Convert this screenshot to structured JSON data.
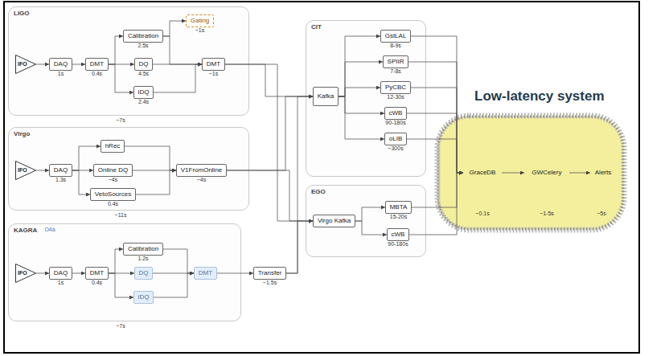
{
  "diagram": {
    "nodes": [
      {
        "text": [
          "LIGO"
        ]
      },
      {
        "text": [
          "IFO"
        ],
        "in": 0
      },
      {
        "text": [
          "DAQ",
          "1s"
        ],
        "in": 0
      },
      {
        "text": [
          "DMT",
          "0.4s"
        ],
        "in": 0
      },
      {
        "text": [
          "Calibration",
          "2.5s"
        ],
        "in": 0
      },
      {
        "text": [
          "DQ",
          "4.5s"
        ],
        "in": 0
      },
      {
        "text": [
          "iDQ",
          "2.4s"
        ],
        "in": 0
      },
      {
        "text": [
          "Gating",
          "~1s"
        ],
        "in": 0
      },
      {
        "text": [
          "DMT",
          "~1s"
        ],
        "in": 0
      },
      {
        "text": [
          "Virgo"
        ]
      },
      {
        "text": [
          "IFO"
        ],
        "in": 9
      },
      {
        "text": [
          "DAQ",
          "1.3s"
        ],
        "in": 9
      },
      {
        "text": [
          "hRec"
        ],
        "in": 9
      },
      {
        "text": [
          "Online DQ",
          "~4s"
        ],
        "in": 9
      },
      {
        "text": [
          "VetoSources",
          "0.4s"
        ],
        "in": 9
      },
      {
        "text": [
          "V1FromOnline",
          "~4s"
        ],
        "in": 9
      },
      {
        "text": [
          "KAGRA"
        ]
      },
      {
        "text": [
          "IFO"
        ],
        "in": 16
      },
      {
        "text": [
          "DAQ",
          "1s"
        ],
        "in": 16
      },
      {
        "text": [
          "DMT",
          "0.4s"
        ],
        "in": 16
      },
      {
        "text": [
          "Calibration",
          "1.2s"
        ],
        "in": 16
      },
      {
        "text": [
          "DQ"
        ],
        "in": 16
      },
      {
        "text": [
          "iDQ"
        ],
        "in": 16
      },
      {
        "text": [
          "DMT"
        ],
        "in": 16
      },
      {
        "text": [
          "Transfer",
          "~1.5s"
        ]
      },
      {
        "text": [
          "CIT"
        ]
      },
      {
        "text": [
          "Kafka"
        ],
        "in": 25
      },
      {
        "text": [
          "GstLAL",
          "8-9s"
        ],
        "in": 25
      },
      {
        "text": [
          "SPIIR",
          "7-8s"
        ],
        "in": 25
      },
      {
        "text": [
          "PyCBC",
          "12-30s"
        ],
        "in": 25
      },
      {
        "text": [
          "cWB",
          "90-180s"
        ],
        "in": 25
      },
      {
        "text": [
          "oLIB",
          "~300s"
        ],
        "in": 25
      },
      {
        "text": [
          "EGO"
        ]
      },
      {
        "text": [
          "Virgo Kafka"
        ],
        "in": 32
      },
      {
        "text": [
          "MBTA",
          "15-20s"
        ],
        "in": 32
      },
      {
        "text": [
          "cWB",
          "90-180s"
        ],
        "in": 32
      },
      {
        "text": [
          "Low-latency system"
        ]
      },
      {
        "text": [
          "GraceDB"
        ],
        "in": 36
      },
      {
        "text": [
          "GWCelery"
        ],
        "in": 36
      },
      {
        "text": [
          "Alerts"
        ],
        "in": 36
      }
    ],
    "edges": [
      {
        "from": 1,
        "to": 2,
        "arrow": "to"
      },
      {
        "from": 2,
        "to": 3,
        "arrow": "to"
      },
      {
        "from": 3,
        "to": 4,
        "arrow": "to"
      },
      {
        "from": 3,
        "to": 5,
        "arrow": "to"
      },
      {
        "from": 3,
        "to": 6,
        "arrow": "to"
      },
      {
        "from": 4,
        "to": 7,
        "arrow": "to"
      },
      {
        "from": 4,
        "to": 8,
        "arrow": "to"
      },
      {
        "from": 5,
        "to": 8,
        "arrow": "to"
      },
      {
        "from": 6,
        "to": 8,
        "arrow": "to"
      },
      {
        "from": 8,
        "to": 26,
        "arrow": "to"
      },
      {
        "from": 8,
        "to": 33,
        "arrow": "to"
      },
      {
        "from": 10,
        "to": 11,
        "arrow": "to"
      },
      {
        "from": 11,
        "to": 12,
        "arrow": "to"
      },
      {
        "from": 11,
        "to": 13,
        "arrow": "to"
      },
      {
        "from": 11,
        "to": 14,
        "arrow": "to"
      },
      {
        "from": 12,
        "to": 15,
        "arrow": "to"
      },
      {
        "from": 13,
        "to": 15,
        "arrow": "to"
      },
      {
        "from": 14,
        "to": 15,
        "arrow": "to"
      },
      {
        "from": 15,
        "to": 26,
        "arrow": "to"
      },
      {
        "from": 15,
        "to": 33,
        "arrow": "to"
      },
      {
        "from": 17,
        "to": 18,
        "arrow": "to"
      },
      {
        "from": 18,
        "to": 19,
        "arrow": "to"
      },
      {
        "from": 19,
        "to": 20,
        "arrow": "to"
      },
      {
        "from": 19,
        "to": 21,
        "arrow": "to"
      },
      {
        "from": 19,
        "to": 22,
        "arrow": "to"
      },
      {
        "from": 20,
        "to": 23,
        "arrow": "to"
      },
      {
        "from": 21,
        "to": 23,
        "arrow": "to"
      },
      {
        "from": 22,
        "to": 23,
        "arrow": "to"
      },
      {
        "from": 23,
        "to": 24,
        "arrow": "to"
      },
      {
        "from": 24,
        "to": 26,
        "arrow": "to"
      },
      {
        "from": 24,
        "to": 33,
        "arrow": "to"
      },
      {
        "from": 26,
        "to": 27,
        "arrow": "to"
      },
      {
        "from": 26,
        "to": 28,
        "arrow": "to"
      },
      {
        "from": 26,
        "to": 29,
        "arrow": "to"
      },
      {
        "from": 26,
        "to": 30,
        "arrow": "to"
      },
      {
        "from": 26,
        "to": 31,
        "arrow": "to"
      },
      {
        "from": 27,
        "to": 37,
        "arrow": "to"
      },
      {
        "from": 28,
        "to": 37,
        "arrow": "to"
      },
      {
        "from": 29,
        "to": 37,
        "arrow": "to"
      },
      {
        "from": 30,
        "to": 37,
        "arrow": "to"
      },
      {
        "from": 31,
        "to": 37,
        "arrow": "to"
      },
      {
        "from": 33,
        "to": 34,
        "arrow": "to"
      },
      {
        "from": 33,
        "to": 35,
        "arrow": "to"
      },
      {
        "from": 34,
        "to": 37,
        "arrow": "to"
      },
      {
        "from": 35,
        "to": 37,
        "arrow": "to"
      },
      {
        "from": 37,
        "to": 38,
        "arrow": "to"
      },
      {
        "from": 38,
        "to": 39,
        "arrow": "to"
      }
    ],
    "labels": [
      "~7s",
      "~11s",
      "~7s",
      "O4a",
      "~0.1s",
      "~1-5s",
      "~5s"
    ]
  }
}
